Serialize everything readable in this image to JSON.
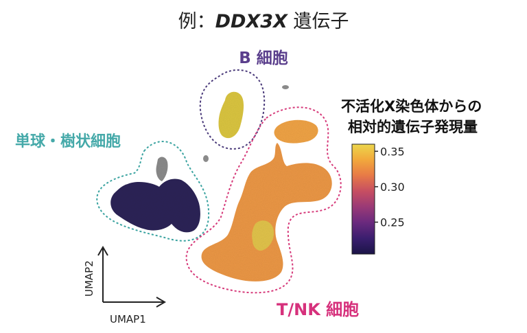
{
  "title": {
    "prefix": "例：",
    "gene": "DDX3X",
    "suffix": " 遺伝子"
  },
  "colorbar": {
    "title_line1": "不活化X染色体からの",
    "title_line2": "相対的遺伝子発現量",
    "ticks": [
      "0.35",
      "0.30",
      "0.25"
    ],
    "tick_values": [
      0.35,
      0.3,
      0.25
    ],
    "range": [
      0.205,
      0.36
    ],
    "colormap": [
      "#1b1447",
      "#3a1e6e",
      "#6b2a7e",
      "#9a3a76",
      "#c64e62",
      "#e87b46",
      "#f2a93c",
      "#ecd64c"
    ]
  },
  "axes": {
    "x_label": "UMAP1",
    "y_label": "UMAP2"
  },
  "chart_data": {
    "type": "scatter",
    "xlabel": "UMAP1",
    "ylabel": "UMAP2",
    "color_scale_label": "不活化X染色体からの相対的遺伝子発現量",
    "color_range": [
      0.205,
      0.36
    ],
    "clusters": [
      {
        "name": "B 細胞",
        "approx_expression": 0.35,
        "color": "#d9c440"
      },
      {
        "name": "単球・樹状細胞",
        "approx_expression": 0.21,
        "color": "#2c2456"
      },
      {
        "name": "T/NK 細胞",
        "approx_expression": 0.32,
        "color": "#ea9645"
      }
    ]
  },
  "labels": {
    "b_cell": "B 細胞",
    "mono_dc": "単球・樹状細胞",
    "tnk": "T/NK 細胞"
  },
  "colors": {
    "b_cell_label": "#5a3e8c",
    "mono_dc_label": "#45a9a9",
    "tnk_label": "#d6317c",
    "b_outline": "#4a3a7a",
    "mono_outline": "#3aa3a0",
    "tnk_outline": "#d63a7a",
    "b_fill": "#d9c440",
    "mono_fill": "#2c2456",
    "tnk_fill": "#ea9645",
    "grey_cells": "#8a8a8a"
  }
}
